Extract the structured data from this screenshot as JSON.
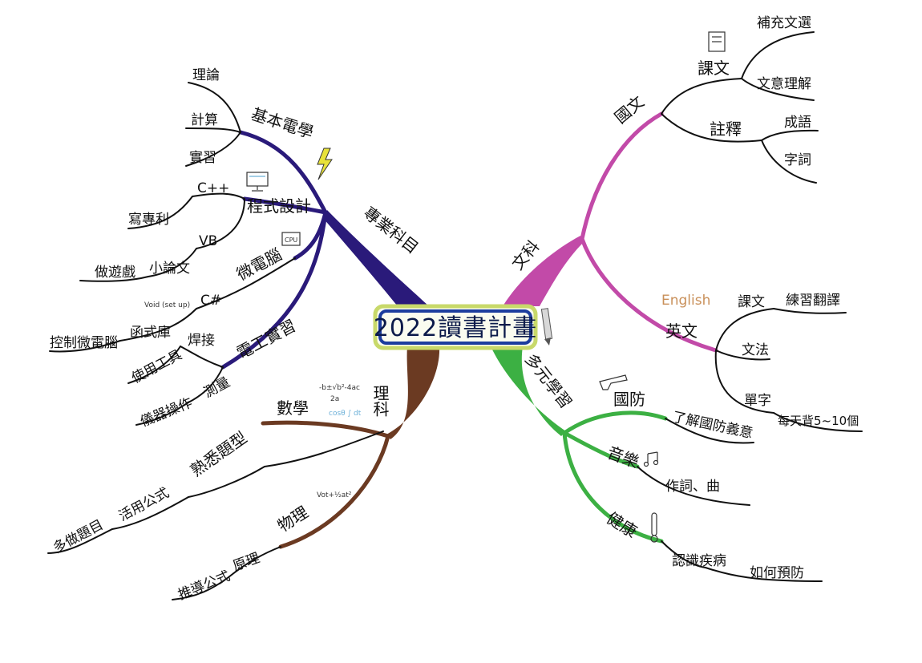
{
  "center": {
    "title": "2022讀書計畫"
  },
  "colors": {
    "major": "#2a1a7a",
    "science": "#6b3a22",
    "liberal": "#c24aa8",
    "multi": "#3cb043",
    "center_outer": "#c8d96a",
    "center_inner": "#1c3d9e",
    "bolt": "#e8e23a",
    "english_tag": "#c9905a",
    "compsci_tag": "#6cb0d8"
  },
  "branches": {
    "major": {
      "label": "專業科目",
      "fundamentals": {
        "label": "基本電學",
        "leaves": [
          "理論",
          "計算",
          "實習"
        ]
      },
      "programming": {
        "label": "程式設計",
        "cpp": {
          "label": "C++",
          "leaves": [
            "寫專利"
          ]
        },
        "vb": {
          "label": "VB",
          "leaves": [
            "小論文",
            "做遊戲"
          ]
        }
      },
      "microcomputer": {
        "label": "微電腦",
        "csharp": {
          "label": "C#",
          "annotation": "Void (set up)",
          "leaves": [
            "函式庫",
            "控制微電腦"
          ]
        }
      },
      "electrician": {
        "label": "電工實習",
        "welding": {
          "label": "焊接",
          "leaves": [
            "使用工具"
          ]
        },
        "measuring": {
          "label": "測量",
          "leaves": [
            "儀器操作"
          ]
        }
      }
    },
    "science": {
      "label": "理科",
      "math": {
        "label": "數學",
        "annotations": [
          "-b±√b²-4ac",
          "2a",
          "cosθ ∫ dt"
        ],
        "familiar": {
          "label": "熟悉題型",
          "leaves": [
            "活用公式",
            "多做題目"
          ]
        }
      },
      "physics": {
        "label": "物理",
        "annotation": "Vot+½at²",
        "principle": {
          "label": "原理",
          "leaves": [
            "推導公式"
          ]
        }
      }
    },
    "liberal": {
      "label": "文科",
      "chinese": {
        "label": "國文",
        "text": {
          "label": "課文",
          "leaves": [
            "補充文選",
            "文意理解"
          ]
        },
        "notes": {
          "label": "註釋",
          "leaves": [
            "成語",
            "字詞"
          ]
        }
      },
      "english": {
        "label": "英文",
        "tag": "English",
        "text": {
          "label": "課文",
          "leaves": [
            "練習翻譯"
          ]
        },
        "grammar": {
          "label": "文法"
        },
        "vocab": {
          "label": "單字",
          "leaves": [
            "每天背5~10個"
          ]
        }
      }
    },
    "multi": {
      "label": "多元學習",
      "defense": {
        "label": "國防",
        "leaves": [
          "了解國防義意"
        ]
      },
      "music": {
        "label": "音樂",
        "leaves": [
          "作詞、曲"
        ]
      },
      "health": {
        "label": "健康",
        "leaves": [
          "認識疾病",
          "如何預防"
        ]
      }
    }
  },
  "icons": [
    "lightning-icon",
    "computer-icon",
    "chip-icon",
    "book-icon",
    "pencil-icon",
    "gun-icon",
    "music-note-icon",
    "thermometer-icon"
  ]
}
